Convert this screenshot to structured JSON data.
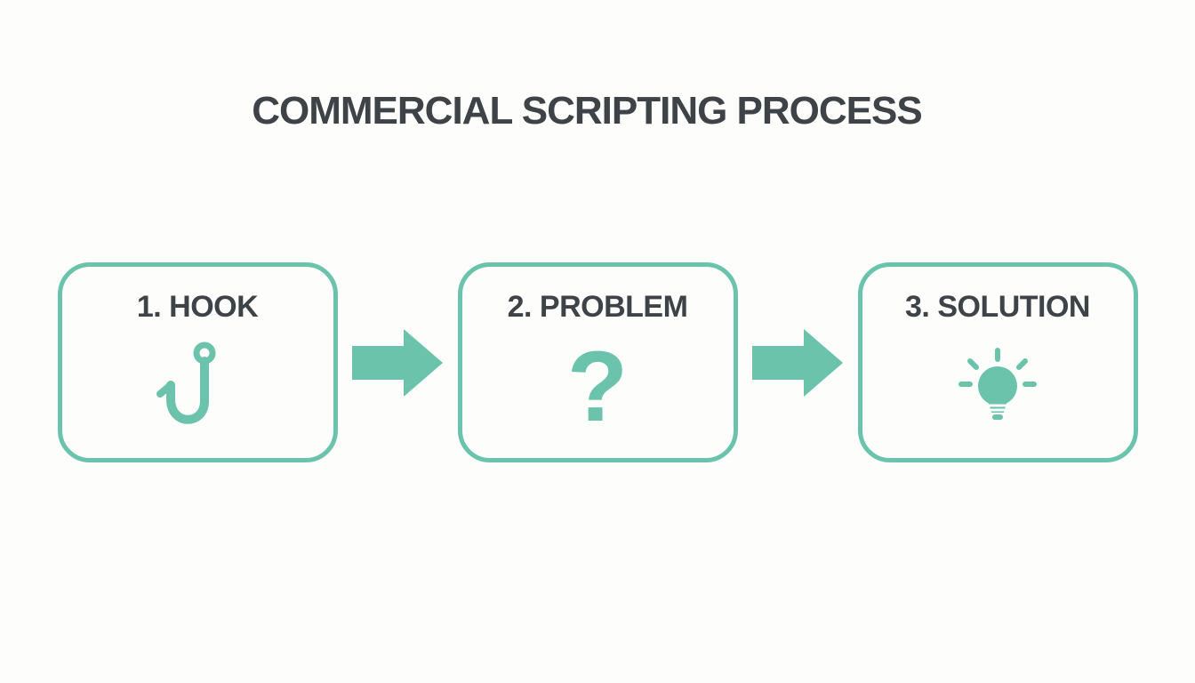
{
  "title": "COMMERCIAL SCRIPTING PROCESS",
  "colors": {
    "accent": "#6cc3ac",
    "text": "#3d4347",
    "background": "#fdfdfc"
  },
  "steps": [
    {
      "label": "1. HOOK",
      "icon": "fishing-hook-icon"
    },
    {
      "label": "2. PROBLEM",
      "icon": "question-mark-icon",
      "glyph": "?"
    },
    {
      "label": "3. SOLUTION",
      "icon": "lightbulb-icon"
    }
  ]
}
